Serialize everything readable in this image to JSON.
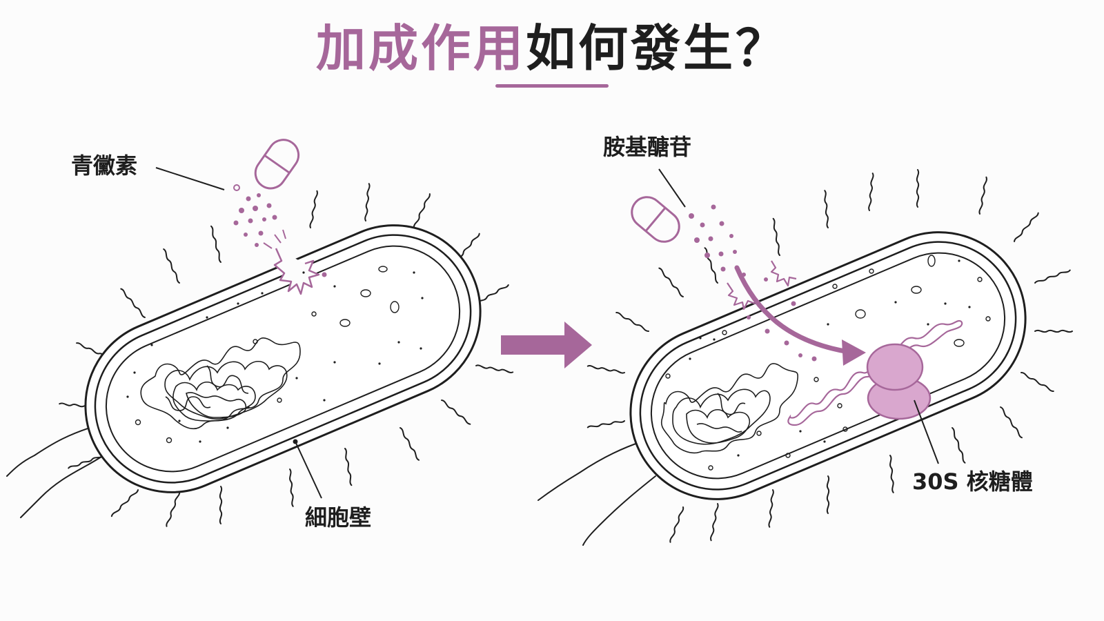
{
  "title": {
    "accent_text": "加成作用",
    "rest_text": "如何發生？"
  },
  "labels": {
    "penicillin": "青黴素",
    "cell_wall": "細胞壁",
    "aminoglycoside": "胺基醣苷",
    "ribosome": "30S 核糖體"
  },
  "colors": {
    "accent": "#a6679a",
    "accent_fill": "#d9a7ce",
    "outline": "#1e1e1e",
    "background": "#fcfcfc"
  },
  "icons": [
    "capsule-icon",
    "arrow-right-icon"
  ]
}
